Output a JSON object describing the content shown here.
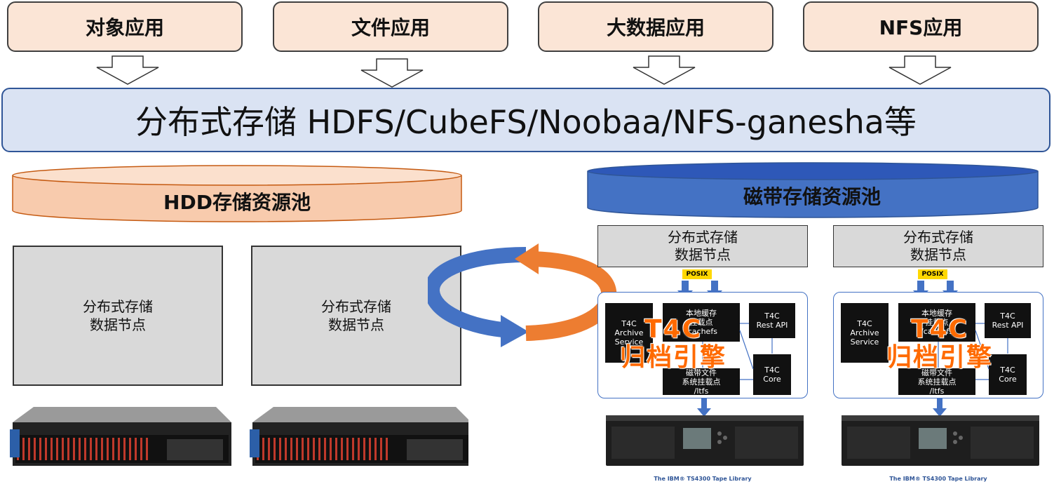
{
  "apps": [
    "对象应用",
    "文件应用",
    "大数据应用",
    "NFS应用"
  ],
  "distributed_storage": "分布式存储 HDFS/CubeFS/Noobaa/NFS-ganesha等",
  "hdd_pool": {
    "label": "HDD存储资源池",
    "nodes": [
      {
        "line1": "分布式存储",
        "line2": "数据节点"
      },
      {
        "line1": "分布式存储",
        "line2": "数据节点"
      }
    ]
  },
  "tape_pool": {
    "label": "磁带存储资源池",
    "columns": [
      {
        "node_line1": "分布式存储",
        "node_line2": "数据节点",
        "posix": "POSIX",
        "archive": [
          "T4C",
          "Archive",
          "Service"
        ],
        "cache": [
          "本地缓存",
          "挂载点",
          "/cachefs"
        ],
        "rest": [
          "T4C",
          "Rest API"
        ],
        "core": [
          "T4C",
          "Core"
        ],
        "ltfs": [
          "磁带文件",
          "系统挂载点",
          "/ltfs"
        ],
        "engine_line1": "T4C",
        "engine_line2": "归档引擎",
        "caption": "The IBM® TS4300 Tape Library"
      },
      {
        "node_line1": "分布式存储",
        "node_line2": "数据节点",
        "posix": "POSIX",
        "archive": [
          "T4C",
          "Archive",
          "Service"
        ],
        "cache": [
          "本地缓存",
          "挂载点",
          "/cachefs"
        ],
        "rest": [
          "T4C",
          "Rest API"
        ],
        "core": [
          "T4C",
          "Core"
        ],
        "ltfs": [
          "磁带文件",
          "系统挂载点",
          "/ltfs"
        ],
        "engine_line1": "T4C",
        "engine_line2": "归档引擎",
        "caption": "The IBM® TS4300 Tape Library"
      }
    ]
  },
  "colors": {
    "app_fill": "#fbe5d6",
    "storage_fill": "#dae3f3",
    "hdd_pool_fill": "#f8cbad",
    "tape_pool_fill": "#4472c4",
    "engine_text": "#ff6a00",
    "cycle_blue": "#4472c4",
    "cycle_orange": "#ed7d31"
  }
}
